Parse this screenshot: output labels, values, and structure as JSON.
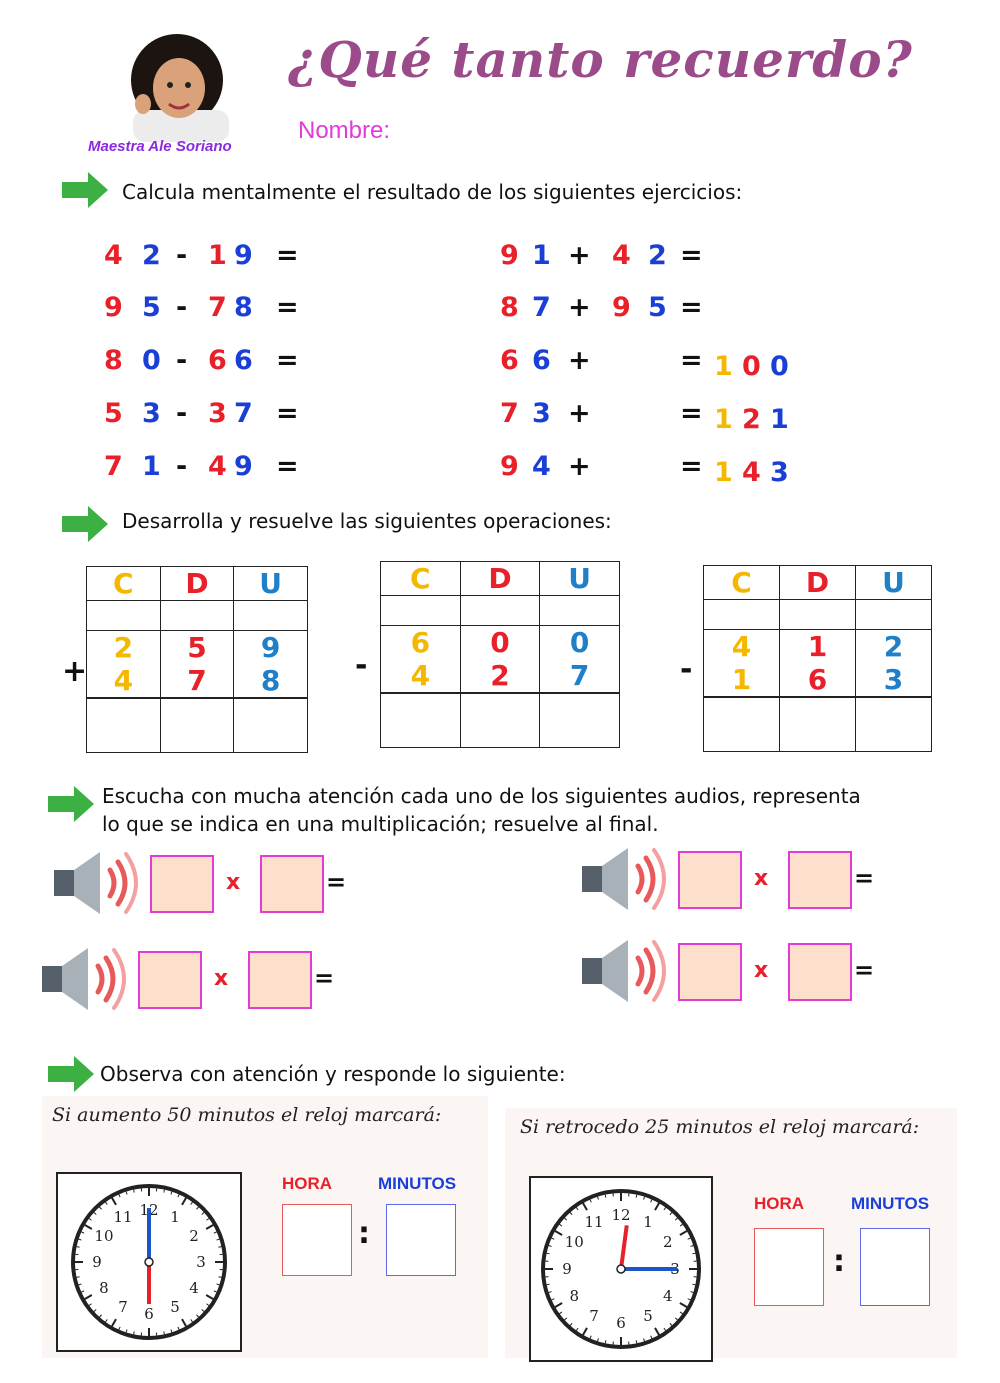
{
  "header": {
    "title": "¿Qué tanto recuerdo?",
    "name_label": "Nombre:",
    "teacher": "Maestra Ale Soriano"
  },
  "sections": {
    "s1": "Calcula mentalmente el resultado de los siguientes ejercicios:",
    "s2": "Desarrolla y resuelve las siguientes operaciones:",
    "s3_line1": "Escucha con mucha atención cada uno de los siguientes audios, representa",
    "s3_line2": "lo que se indica en una multiplicación; resuelve al final.",
    "s4": "Observa con atención y responde lo siguiente:"
  },
  "mental_left": [
    {
      "a": "42",
      "op": "-",
      "b": "19",
      "eq": "="
    },
    {
      "a": "95",
      "op": "-",
      "b": "78",
      "eq": "="
    },
    {
      "a": "80",
      "op": "-",
      "b": "66",
      "eq": "="
    },
    {
      "a": "53",
      "op": "-",
      "b": "37",
      "eq": "="
    },
    {
      "a": "71",
      "op": "-",
      "b": "49",
      "eq": "="
    }
  ],
  "mental_right": [
    {
      "a": "91",
      "op": "+",
      "b": "42",
      "eq": "=",
      "r": ""
    },
    {
      "a": "87",
      "op": "+",
      "b": "95",
      "eq": "=",
      "r": ""
    },
    {
      "a": "66",
      "op": "+",
      "b": "",
      "eq": "=",
      "r": "100"
    },
    {
      "a": "73",
      "op": "+",
      "b": "",
      "eq": "=",
      "r": "121"
    },
    {
      "a": "94",
      "op": "+",
      "b": "",
      "eq": "=",
      "r": "143"
    }
  ],
  "cdu_tables": [
    {
      "sign": "+",
      "headers": [
        "C",
        "D",
        "U"
      ],
      "top": [
        "2",
        "5",
        "9"
      ],
      "bottom": [
        "4",
        "7",
        "8"
      ]
    },
    {
      "sign": "-",
      "headers": [
        "C",
        "D",
        "U"
      ],
      "top": [
        "6",
        "0",
        "0"
      ],
      "bottom": [
        "4",
        "2",
        "7"
      ]
    },
    {
      "sign": "-",
      "headers": [
        "C",
        "D",
        "U"
      ],
      "top": [
        "4",
        "1",
        "2"
      ],
      "bottom": [
        "1",
        "6",
        "3"
      ]
    }
  ],
  "audio": {
    "times": "x",
    "equals": "="
  },
  "clocks": [
    {
      "caption": "Si aumento 50 minutos el reloj marcará:",
      "hour_label": "HORA",
      "min_label": "MINUTOS",
      "colon": ":",
      "shown_time": "6:00"
    },
    {
      "caption": "Si retrocedo 25 minutos el reloj marcará:",
      "hour_label": "HORA",
      "min_label": "MINUTOS",
      "colon": ":",
      "shown_time": "12:15"
    }
  ],
  "clock_numbers": [
    "12",
    "1",
    "2",
    "3",
    "4",
    "5",
    "6",
    "7",
    "8",
    "9",
    "10",
    "11"
  ],
  "colors": {
    "title": "#9b4a8a",
    "name": "#e23bd6",
    "red": "#e8202a",
    "blue": "#1a3fd6",
    "yellow": "#f5b800",
    "green": "#3cb043",
    "box_fill": "#fde0cc",
    "box_border": "#e23bd6"
  }
}
